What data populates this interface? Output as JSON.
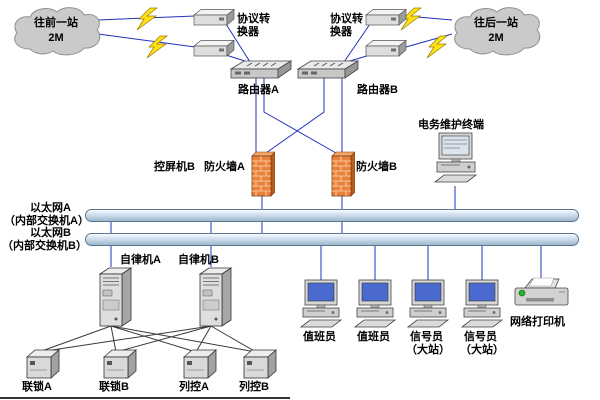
{
  "wan": {
    "prev_station": {
      "name": "往前一站",
      "bandwidth": "2M"
    },
    "next_station": {
      "name": "往后一站",
      "bandwidth": "2M"
    },
    "converter_label_left": "协议转换器",
    "converter_label_right": "协议转换器"
  },
  "core": {
    "router_a": "路由器A",
    "router_b": "路由器B",
    "screen_machine_b": "控屏机B",
    "firewall_a": "防火墙A",
    "firewall_b": "防火墙B",
    "maintenance_terminal": "电务维护终端"
  },
  "ethernet": {
    "bus_a": {
      "name": "以太网A",
      "sub": "（内部交换机A）"
    },
    "bus_b": {
      "name": "以太网B",
      "sub": "（内部交换机B）"
    }
  },
  "servers": {
    "autonomy_a": "自律机A",
    "autonomy_b": "自律机B"
  },
  "workstations": [
    {
      "label": "值班员"
    },
    {
      "label": "值班员"
    },
    {
      "label": "信号员",
      "sub": "（大站）"
    },
    {
      "label": "信号员",
      "sub": "（大站）"
    }
  ],
  "printer": {
    "label": "网络打印机"
  },
  "field_devices": [
    {
      "label": "联锁A"
    },
    {
      "label": "联锁B"
    },
    {
      "label": "列控A"
    },
    {
      "label": "列控B"
    }
  ],
  "colors": {
    "line": "#2233bb",
    "fan_line": "#3a3a3a",
    "firewall": "#e8823c",
    "lightning": "#ffe012",
    "screen": "#4b6ad0"
  }
}
